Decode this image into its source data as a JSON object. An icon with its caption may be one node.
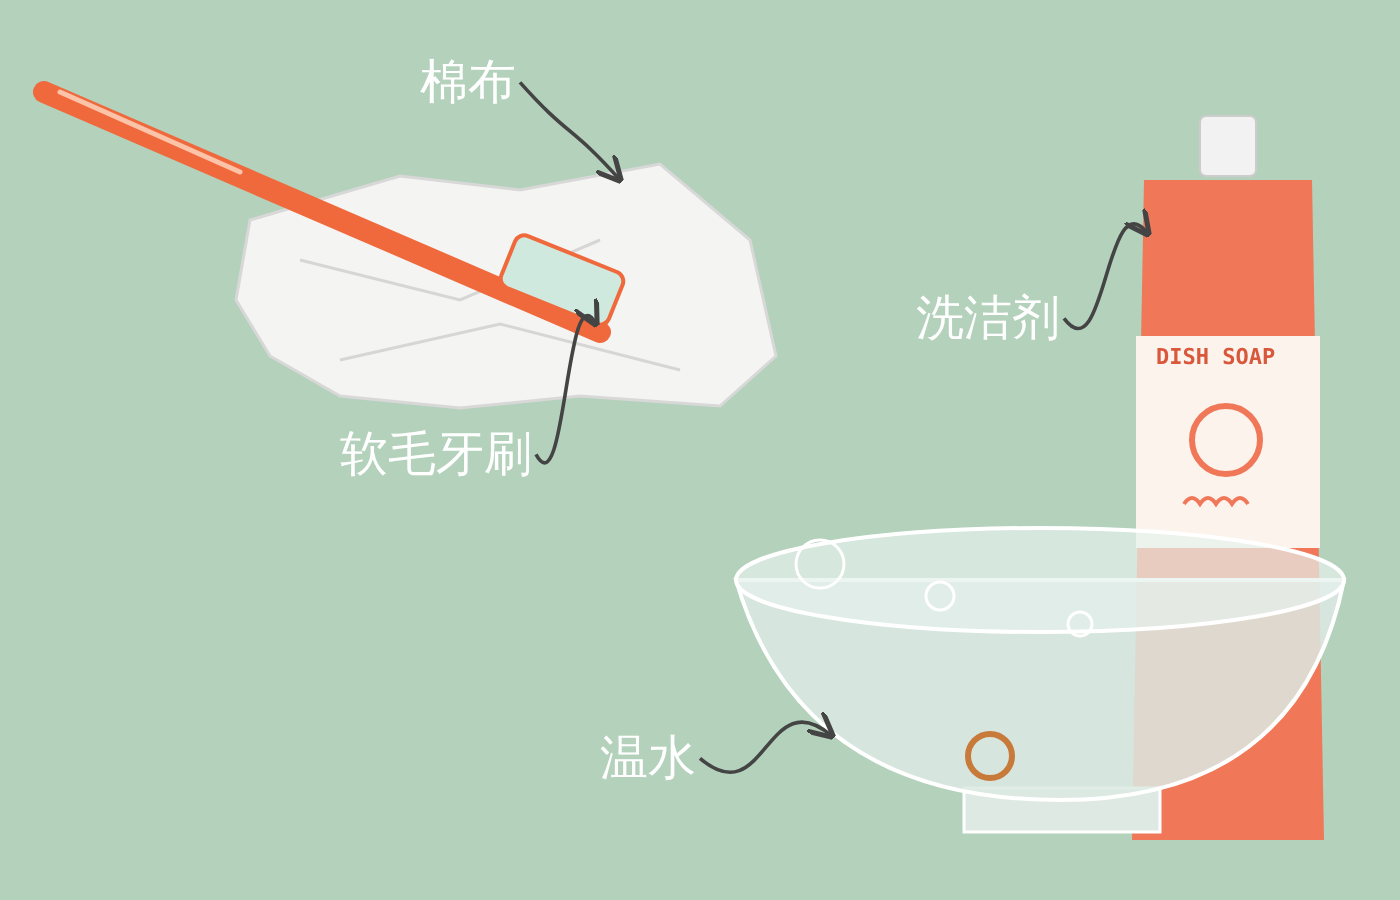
{
  "diagram": {
    "nodes": [
      {
        "text": [
          "棉布"
        ]
      },
      {
        "text": [],
        "shape": "picture"
      },
      {
        "text": [
          "软毛牙刷"
        ]
      },
      {
        "text": [],
        "shape": "picture"
      },
      {
        "text": [
          "洗洁剂"
        ]
      },
      {
        "text": [],
        "shape": "picture"
      },
      {
        "text": [
          "温水"
        ]
      },
      {
        "text": [],
        "shape": "picture"
      }
    ],
    "edges": [
      {
        "from": 0,
        "to": 1,
        "arrow": "to"
      },
      {
        "from": 2,
        "to": 3,
        "arrow": "to"
      },
      {
        "from": 4,
        "to": 5,
        "arrow": "to"
      },
      {
        "from": 6,
        "to": 7,
        "arrow": "to"
      }
    ],
    "labels": [
      "DISH SOAP"
    ]
  }
}
